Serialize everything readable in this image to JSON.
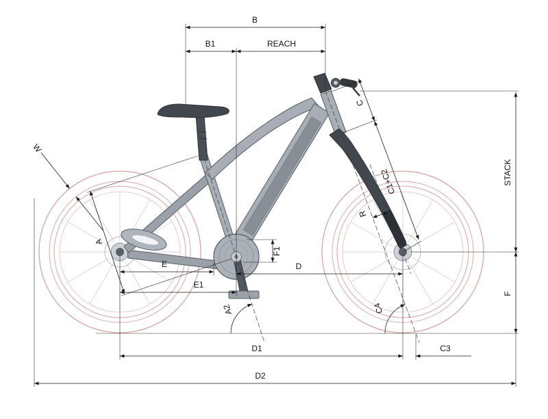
{
  "labels": {
    "B": "B",
    "B1": "B1",
    "reach": "REACH",
    "C": "C",
    "C1C2": "C1+C2",
    "stack": "STACK",
    "W": "W",
    "A": "A",
    "E": "E",
    "E1": "E1",
    "F1": "F1",
    "D": "D",
    "R": "R",
    "A2": "A2",
    "C4": "C4",
    "F": "F",
    "D1": "D1",
    "C3": "C3",
    "D2": "D2"
  },
  "colors": {
    "dimension_lines": "#1a1a1a",
    "wheel_outline": "#d9a2a2",
    "frame_light": "#a7aeb6",
    "frame_dark": "#42474d",
    "background": "#ffffff"
  }
}
